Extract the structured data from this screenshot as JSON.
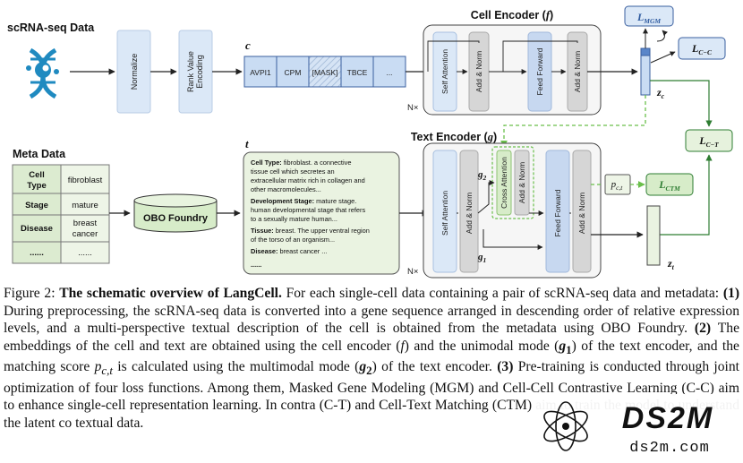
{
  "figure": {
    "scrna_title": "scRNA-seq Data",
    "normalize": "Normalize",
    "rank_value_encoding": [
      "Rank Value",
      "Encoding"
    ],
    "c_label": "c",
    "tokens": [
      "AVPI1",
      "CPM",
      "[MASK]",
      "TBCE",
      "..."
    ],
    "cell_encoder_title": "Cell Encoder (",
    "cell_encoder_fn": "f",
    "self_attention": "Self Attention",
    "add_norm": "Add & Norm",
    "feed_forward": "Feed Forward",
    "nx": "N×",
    "zc": "z",
    "zc_sub": "c",
    "loss_mgm": "L",
    "loss_mgm_sub": "MGM",
    "loss_cc_sub": "C−C",
    "loss_ct_sub": "C−T",
    "loss_ctm_sub": "CTM",
    "meta_title": "Meta Data",
    "meta_rows": [
      {
        "key": [
          "Cell",
          "Type"
        ],
        "value": [
          "fibroblast"
        ]
      },
      {
        "key": [
          "Stage"
        ],
        "value": [
          "mature"
        ]
      },
      {
        "key": [
          "Disease"
        ],
        "value": [
          "breast",
          "cancer"
        ]
      },
      {
        "key": [
          "......"
        ],
        "value": [
          "......"
        ]
      }
    ],
    "obo": "OBO Foundry",
    "t_label": "t",
    "t_text": [
      {
        "bold": "Cell Type:",
        "lines": [
          " fibroblast. a connective",
          "tissue cell which secretes an",
          "extracellular matrix rich in collagen and",
          "other macromolecules..."
        ]
      },
      {
        "bold": "Development Stage:",
        "lines": [
          " mature stage.",
          "human developmental stage that refers",
          "to a sexually mature human..."
        ]
      },
      {
        "bold": "Tissue:",
        "lines": [
          " breast. The upper ventral region",
          "of the torso of an organism..."
        ]
      },
      {
        "bold": "Disease:",
        "lines": [
          " breast cancer ..."
        ]
      },
      {
        "bold": "......",
        "lines": []
      }
    ],
    "text_encoder_title": "Text Encoder (",
    "text_encoder_fn": "g",
    "cross_attention": "Cross Attention",
    "g2": "g",
    "g2_sub": "2",
    "g1": "g",
    "g1_sub": "1",
    "pct": "p",
    "pct_sub": "c,t",
    "zt": "z",
    "zt_sub": "t"
  },
  "caption": {
    "fig_label": "Figure 2: ",
    "fig_title": "The schematic overview of LangCell.",
    "body_html": " For each single-cell data containing a pair of scRNA-seq data and metadata: <b>(1)</b> During preprocessing, the scRNA-seq data is converted into a gene sequence arranged in descending order of relative expression levels, and a multi-perspective textual description of the cell is obtained from the metadata using OBO Foundry. <b>(2)</b> The embeddings of the cell and text are obtained using the cell encoder (<i>f</i>) and the unimodal mode (<b><i>g</i><sub>1</sub></b>) of the text encoder, and the matching score <i>p</i><sub><i>c,t</i></sub> is calculated using the multimodal mode (<b><i>g</i><sub>2</sub></b>) of the text encoder. <b>(3)</b> Pre-training is conducted through joint optimization of four loss functions. Among them, Masked Gene Modeling (MGM) and Cell-Cell Contrastive Learning (C-C) aim to enhance single-cell representation learning. In contra (C-T) and Cell-Text Matching (CTM) aim to train the model to understand the latent co textual data."
  },
  "watermark": {
    "logo": "DS2M",
    "url": "ds2m.com"
  }
}
